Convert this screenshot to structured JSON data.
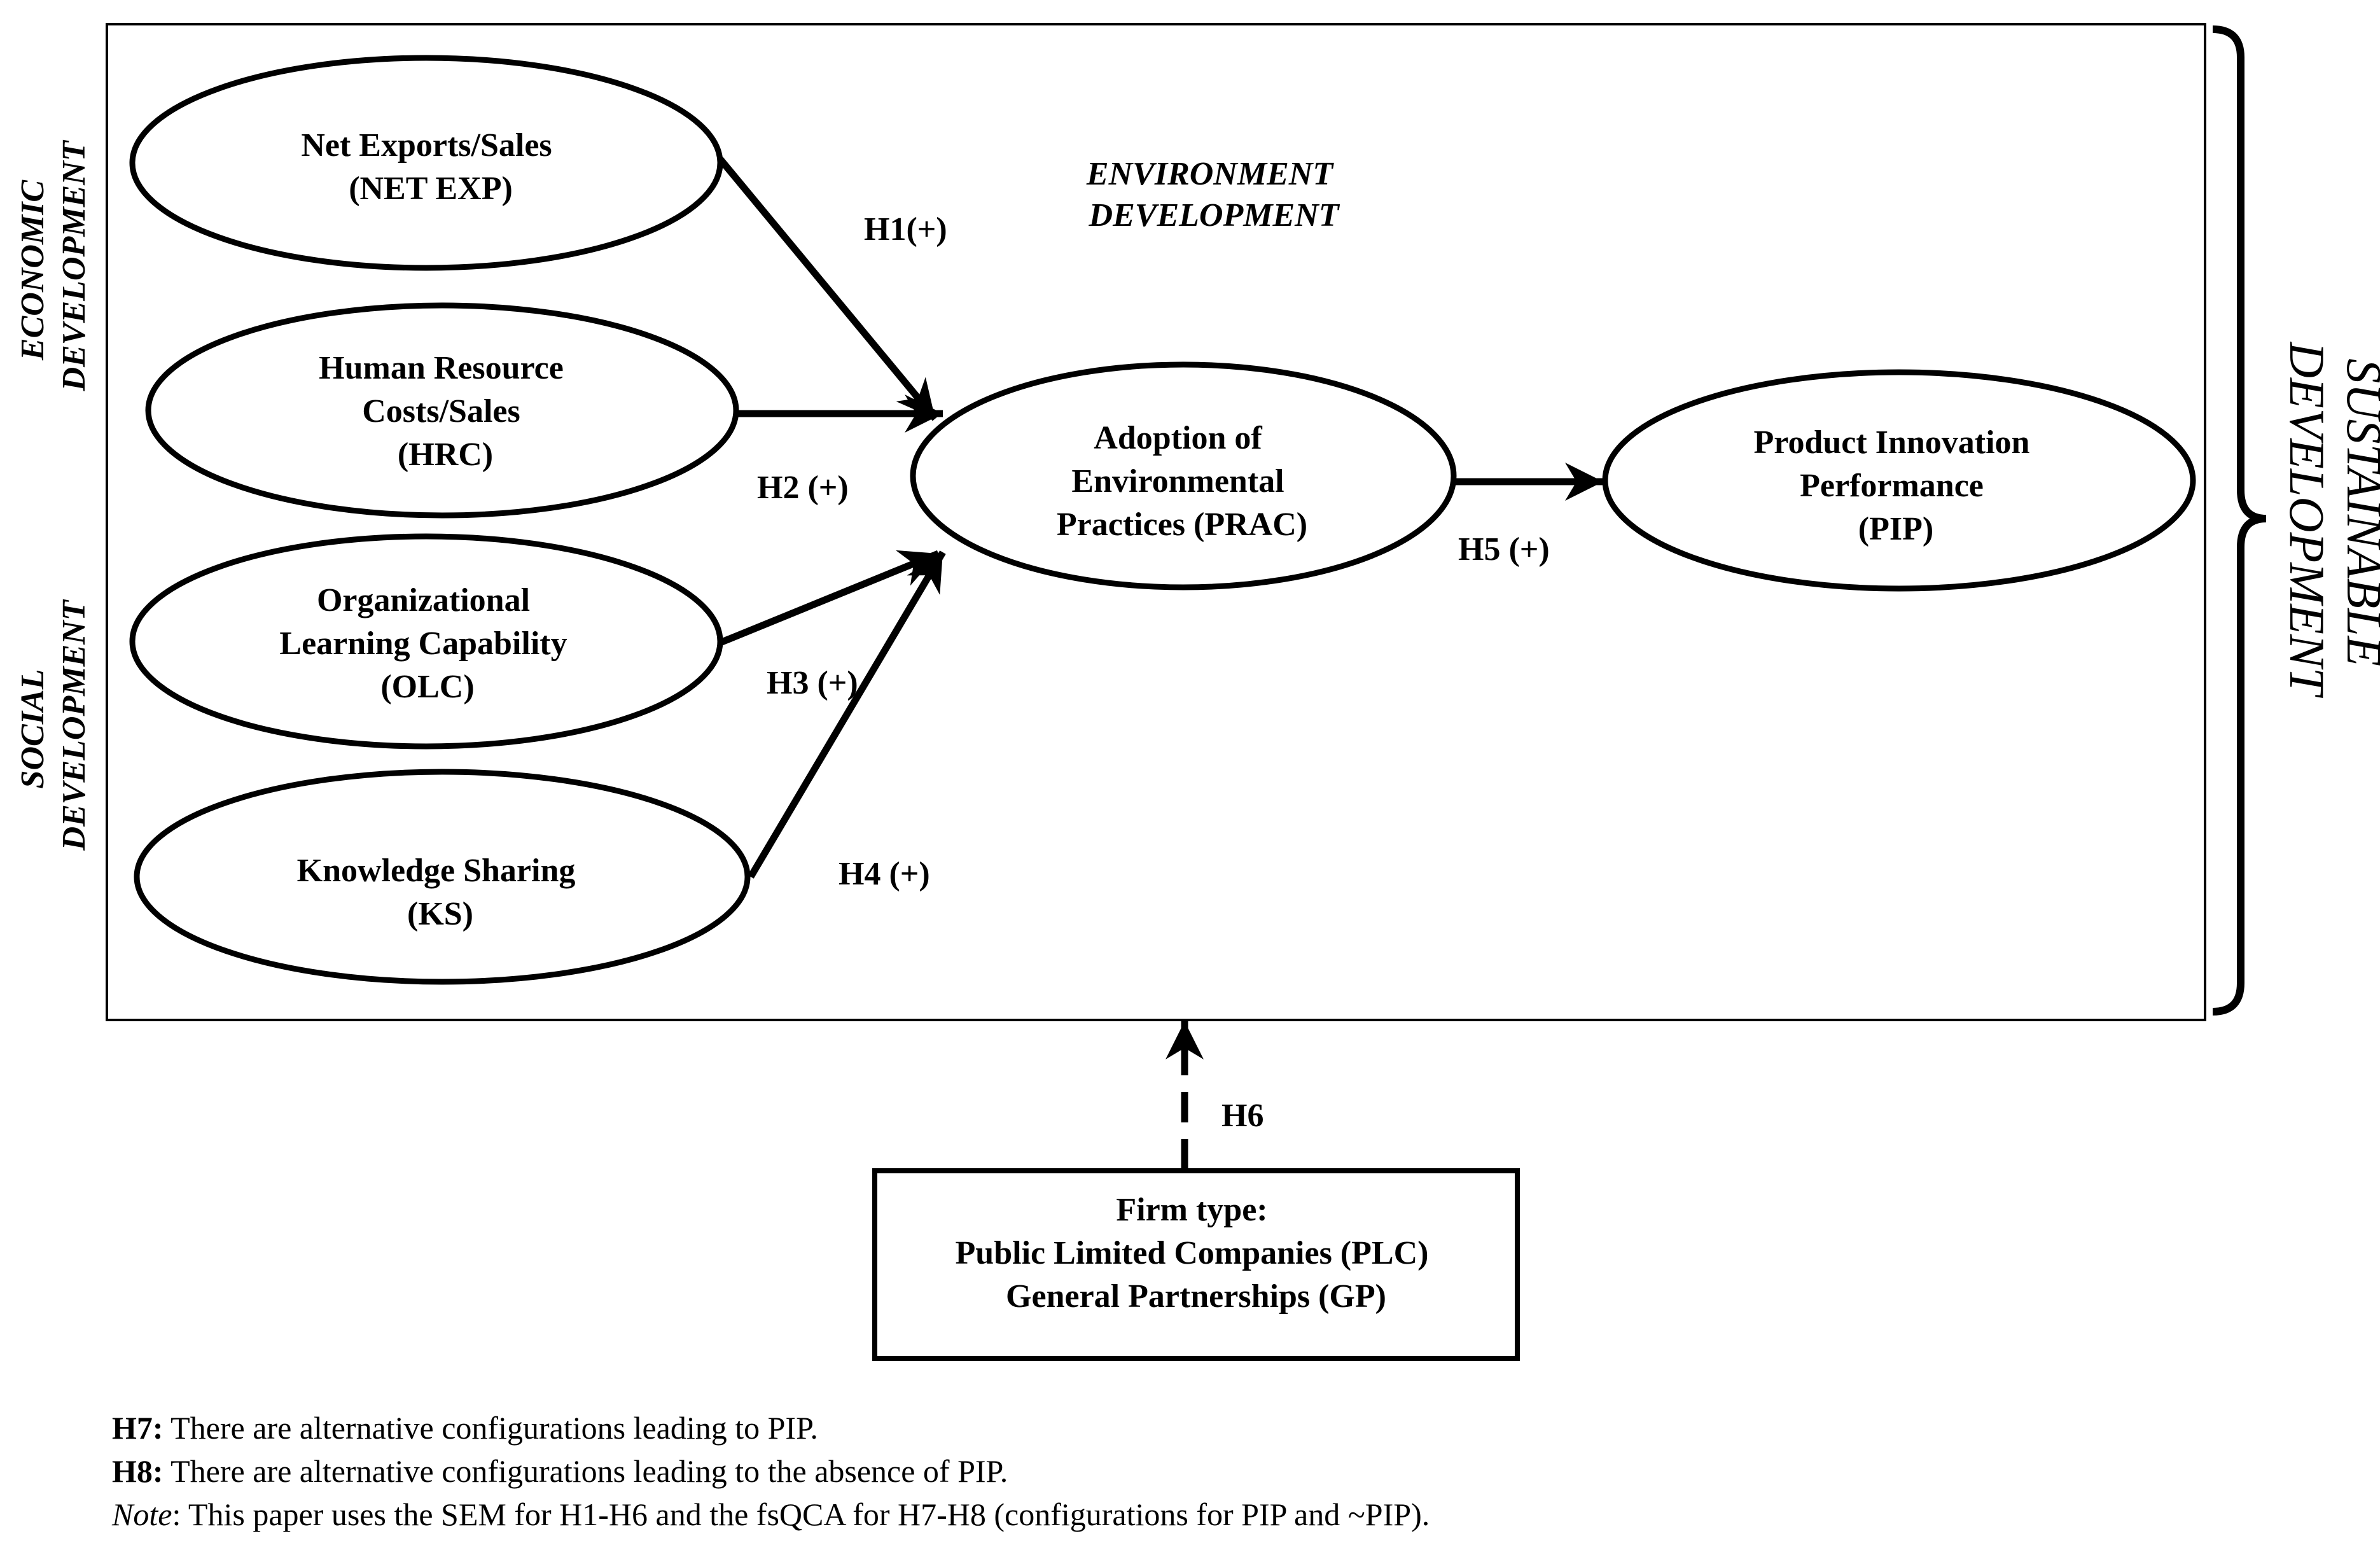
{
  "constructs": {
    "netexp": [
      "Net Exports/Sales",
      "(NET EXP)"
    ],
    "hrc": [
      "Human Resource",
      "Costs/Sales",
      "(HRC)"
    ],
    "olc": [
      "Organizational",
      "Learning Capability",
      "(OLC)"
    ],
    "ks": [
      "Knowledge Sharing",
      "(KS)"
    ],
    "prac": [
      "Adoption of",
      "Environmental",
      "Practices (PRAC)"
    ],
    "pip": [
      "Product Innovation",
      "Performance",
      "(PIP)"
    ]
  },
  "hypotheses": {
    "h1": "H1(+)",
    "h2": "H2 (+)",
    "h3": "H3 (+)",
    "h4": "H4 (+)",
    "h5": "H5 (+)",
    "h6": "H6"
  },
  "dimensions": {
    "environment": [
      "ENVIRONMENT",
      "DEVELOPMENT"
    ],
    "economic": [
      "ECONOMIC",
      "DEVELOPMENT"
    ],
    "social": [
      "SOCIAL",
      "DEVELOPMENT"
    ],
    "sustainable": [
      "SUSTAINABLE",
      "DEVELOPMENT"
    ]
  },
  "firm_type": [
    "Firm type:",
    "Public Limited Companies (PLC)",
    "General Partnerships (GP)"
  ],
  "notes": {
    "h7_label": "H7:",
    "h7_text": " There are alternative configurations leading to PIP.",
    "h8_label": "H8:",
    "h8_text": " There are alternative configurations leading to the absence of PIP.",
    "note_label": "Note",
    "note_text": ": This paper uses the SEM for H1-H6 and the fsQCA for H7-H8 (configurations for PIP and ~PIP)."
  }
}
